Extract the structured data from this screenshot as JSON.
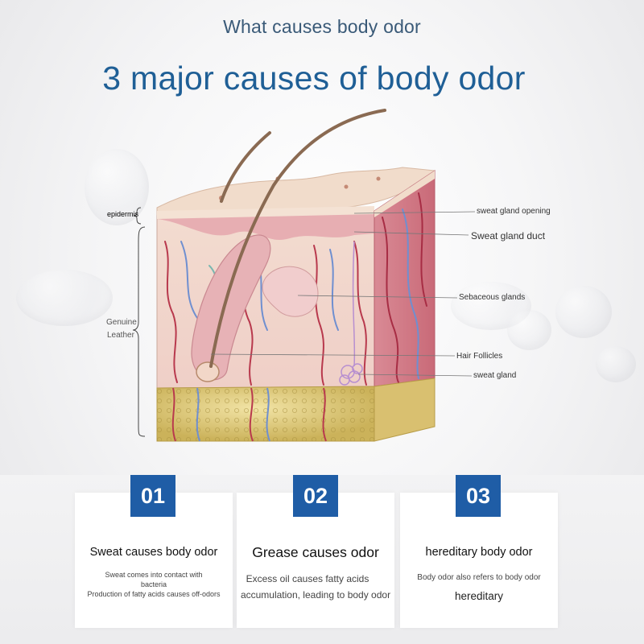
{
  "header": {
    "subtitle": "What causes body odor",
    "title": "3 major causes of body odor"
  },
  "diagram": {
    "left_labels": {
      "epidermis": "epidermis",
      "dermis_line1": "Genuine",
      "dermis_line2": "Leather"
    },
    "right_labels": {
      "sweat_gland_opening": "sweat gland opening",
      "sweat_gland_duct": "Sweat gland duct",
      "sebaceous_glands": "Sebaceous glands",
      "hair_follicles": "Hair Follicles",
      "sweat_gland": "sweat gland"
    },
    "colors": {
      "epidermis": "#f1d8c6",
      "dermis": "#e9b3b8",
      "dermis_deep": "#d98a95",
      "fat": "#e8d48a",
      "hair": "#8a6a52",
      "vein_blue": "#6f8fd0",
      "vein_red": "#b8394d"
    }
  },
  "cards": [
    {
      "number": "01",
      "title": "Sweat causes body odor",
      "desc_line1": "Sweat comes into contact with",
      "desc_line2": "bacteria",
      "desc_line3": "Production of fatty acids causes off-odors"
    },
    {
      "number": "02",
      "title": "Grease causes odor",
      "desc_line1": "Excess oil causes fatty acids",
      "desc_line2": "accumulation, leading to body odor"
    },
    {
      "number": "03",
      "title": "hereditary body odor",
      "desc_line1": "Body odor also refers to body odor",
      "desc_line2": "hereditary"
    }
  ],
  "accent_color": "#1f5da6",
  "title_color": "#1f5f96"
}
